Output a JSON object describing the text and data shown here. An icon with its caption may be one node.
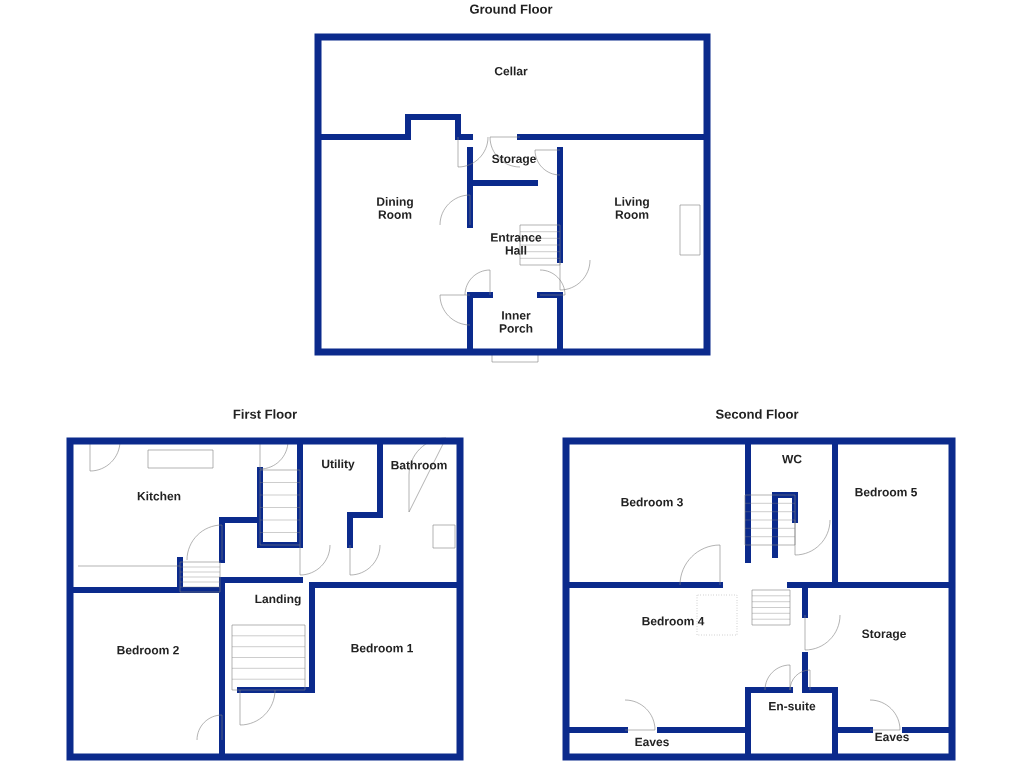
{
  "diagram": {
    "nodes": [
      {
        "text": [
          "Ground Floor"
        ]
      },
      {
        "text": [
          "Cellar"
        ],
        "in": 0
      },
      {
        "text": [
          "Storage"
        ],
        "in": 0
      },
      {
        "text": [
          "Dining Room"
        ],
        "in": 0
      },
      {
        "text": [
          "Living Room"
        ],
        "in": 0
      },
      {
        "text": [
          "Entrance Hall"
        ],
        "in": 0
      },
      {
        "text": [
          "Inner Porch"
        ],
        "in": 0
      },
      {
        "text": [
          "First Floor"
        ]
      },
      {
        "text": [
          "Utility"
        ],
        "in": 7
      },
      {
        "text": [
          "Bathroom"
        ],
        "in": 7
      },
      {
        "text": [
          "Kitchen"
        ],
        "in": 7
      },
      {
        "text": [
          "Landing"
        ],
        "in": 7
      },
      {
        "text": [
          "Bedroom 2"
        ],
        "in": 7
      },
      {
        "text": [
          "Bedroom 1"
        ],
        "in": 7
      },
      {
        "text": [
          "Second Floor"
        ]
      },
      {
        "text": [
          "WC"
        ],
        "in": 14
      },
      {
        "text": [
          "Bedroom 5"
        ],
        "in": 14
      },
      {
        "text": [
          "Bedroom 3"
        ],
        "in": 14
      },
      {
        "text": [
          "Bedroom 4"
        ],
        "in": 14
      },
      {
        "text": [
          "Storage"
        ],
        "in": 14
      },
      {
        "text": [
          "En-suite"
        ],
        "in": 14
      },
      {
        "text": [
          "Eaves"
        ],
        "in": 14
      },
      {
        "text": [
          "Eaves"
        ],
        "in": 14
      }
    ],
    "edges": []
  }
}
